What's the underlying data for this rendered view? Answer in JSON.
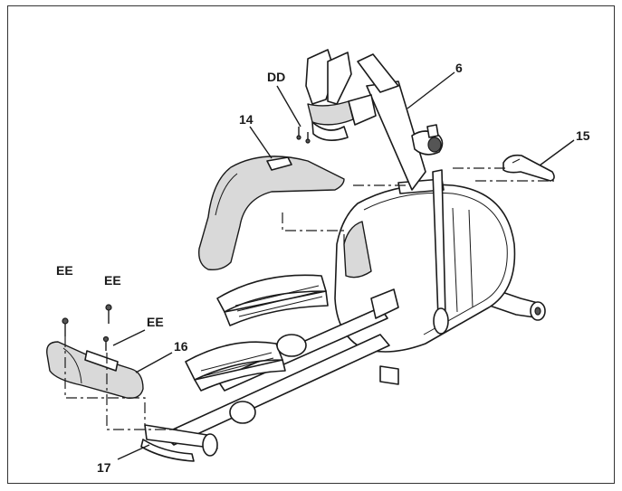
{
  "callouts": {
    "dd": "DD",
    "six": "6",
    "fourteen": "14",
    "fifteen": "15",
    "ee1": "EE",
    "ee2": "EE",
    "ee3": "EE",
    "sixteen": "16",
    "seventeen": "17"
  },
  "colors": {
    "ink": "#1a1a1a",
    "fill": "#d9d9d9",
    "background": "#ffffff"
  }
}
